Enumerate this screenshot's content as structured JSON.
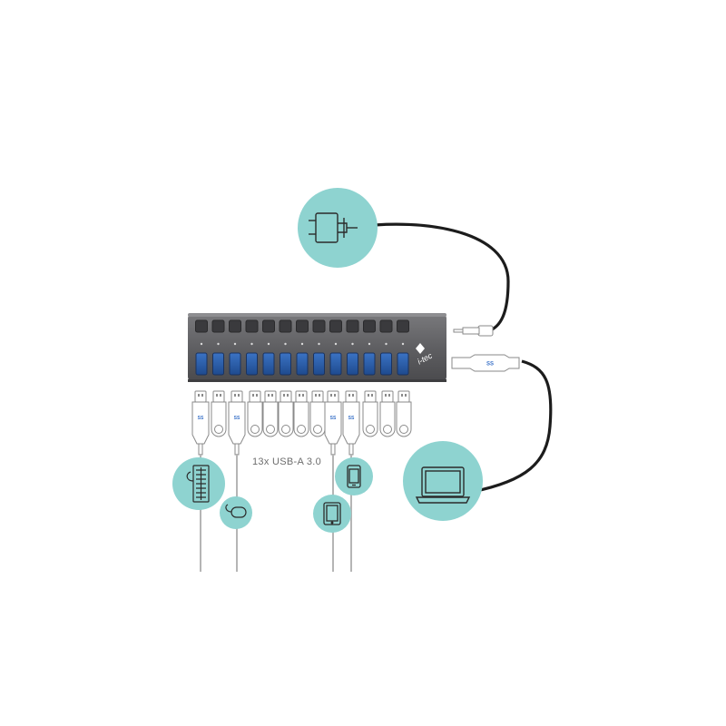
{
  "hub": {
    "brand_logo": "i-tec",
    "switch_count": 13,
    "port_count": 13
  },
  "labels": {
    "ports_caption": "13x USB-A 3.0"
  },
  "icons": {
    "power": "power-plug-icon",
    "host": "laptop-icon",
    "keyboard": "keyboard-icon",
    "mouse": "mouse-icon",
    "tablet": "tablet-icon",
    "phone": "smartphone-icon"
  },
  "colors": {
    "accent": "#8ed3d0",
    "hub_body": "#67676a",
    "hub_port_blue": "#2f5fae",
    "cable": "#1c1c1c"
  }
}
